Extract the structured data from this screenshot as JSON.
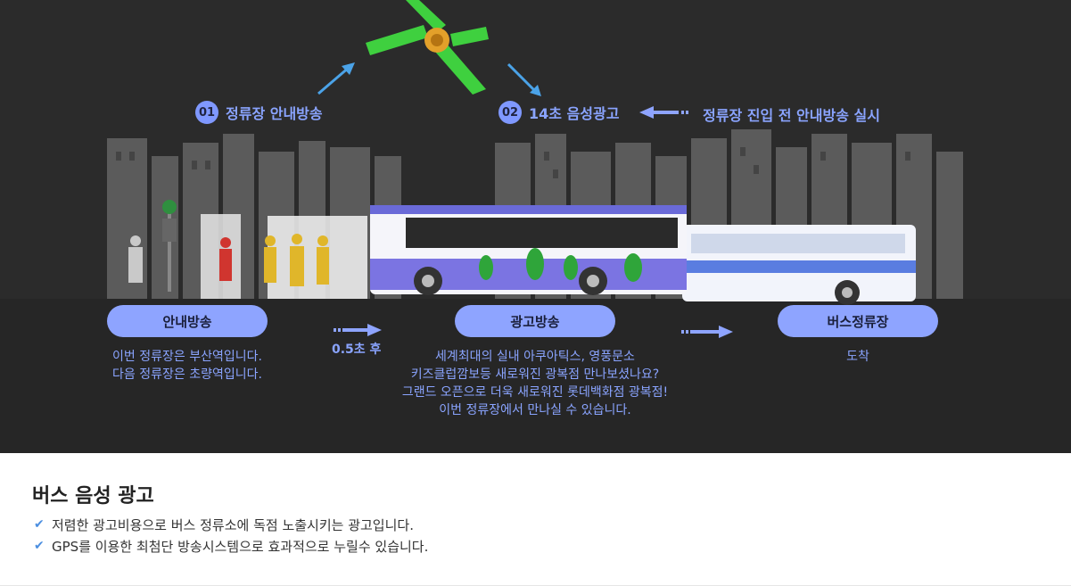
{
  "steps": [
    {
      "num": "01",
      "label": "정류장 안내방송"
    },
    {
      "num": "02",
      "label": "14초 음성광고"
    }
  ],
  "step_note": "정류장 진입 전 안내방송 실시",
  "stages": {
    "announce": {
      "label": "안내방송",
      "lines": [
        "이번 정류장은 부산역입니다.",
        "다음 정류장은 초량역입니다."
      ]
    },
    "ad": {
      "label": "광고방송",
      "lines": [
        "세계최대의 실내 아쿠아틱스, 영풍문소",
        "키즈클럽깜보등 새로워진 광복점 만나보셨나요?",
        "그랜드 오픈으로 더욱 새로워진 롯데백화점 광복점!",
        "이번 정류장에서 만나실 수 있습니다."
      ]
    },
    "stop": {
      "label": "버스정류장",
      "lines": [
        "도착"
      ]
    }
  },
  "delay": "0.5초 후",
  "info": {
    "title": "버스 음성 광고",
    "bullets": [
      "저렴한 광고비용으로 버스 정류소에 독점 노출시키는 광고입니다.",
      "GPS를 이용한 최첨단 방송시스템으로 효과적으로 누릴수 있습니다."
    ]
  },
  "colors": {
    "accent": "#8ea4ff",
    "background": "#2b2b2b",
    "check": "#4c8fe0"
  }
}
